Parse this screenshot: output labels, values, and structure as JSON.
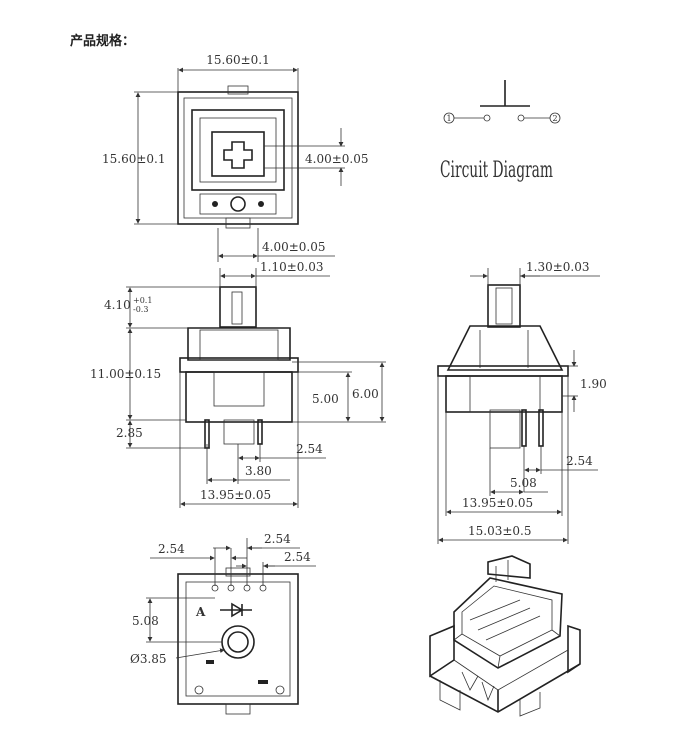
{
  "title": "产品规格：",
  "top_view": {
    "width_dim": "15.60±0.1",
    "height_dim": "15.60±0.1",
    "stem_dim": "4.00±0.05",
    "bottom_dim": "4.00±0.05"
  },
  "circuit": {
    "label": "Circuit Diagram",
    "pin1": "1",
    "pin2": "2"
  },
  "front_view": {
    "stem_width": "1.10±0.03",
    "stem_height_main": "4.10",
    "stem_height_tol_top": "+0.1",
    "stem_height_tol_bottom": "-0.3",
    "body_height": "11.00±0.15",
    "dim_500": "5.00",
    "dim_600": "6.00",
    "dim_285": "2.85",
    "dim_254": "2.54",
    "dim_380": "3.80",
    "base_width": "13.95±0.05"
  },
  "side_view": {
    "stem_width": "1.30±0.03",
    "dim_190": "1.90",
    "dim_254": "2.54",
    "dim_508": "5.08",
    "base_width": "13.95±0.05",
    "total_width": "15.03±0.5"
  },
  "bottom_view": {
    "dim_254_left": "2.54",
    "dim_254_top": "2.54",
    "dim_254_right": "2.54",
    "dim_508": "5.08",
    "diameter": "Ø3.85",
    "label_a": "A"
  }
}
